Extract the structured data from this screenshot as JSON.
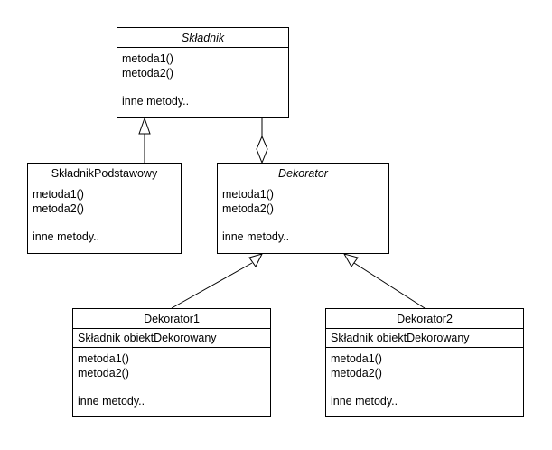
{
  "classes": {
    "skladnik": {
      "name": "Składnik",
      "methods": [
        "metoda1()",
        "metoda2()"
      ],
      "other": "inne metody.."
    },
    "skladnik_podstawowy": {
      "name": "SkładnikPodstawowy",
      "methods": [
        "metoda1()",
        "metoda2()"
      ],
      "other": "inne metody.."
    },
    "dekorator": {
      "name": "Dekorator",
      "methods": [
        "metoda1()",
        "metoda2()"
      ],
      "other": "inne metody.."
    },
    "dekorator1": {
      "name": "Dekorator1",
      "attribute": "Składnik obiektDekorowany",
      "methods": [
        "metoda1()",
        "metoda2()"
      ],
      "other": "inne metody.."
    },
    "dekorator2": {
      "name": "Dekorator2",
      "attribute": "Składnik obiektDekorowany",
      "methods": [
        "metoda1()",
        "metoda2()"
      ],
      "other": "inne metody.."
    }
  },
  "relations": [
    {
      "type": "generalization",
      "from": "SkładnikPodstawowy",
      "to": "Składnik"
    },
    {
      "type": "aggregation",
      "from": "Dekorator",
      "to": "Składnik"
    },
    {
      "type": "generalization",
      "from": "Dekorator1",
      "to": "Dekorator"
    },
    {
      "type": "generalization",
      "from": "Dekorator2",
      "to": "Dekorator"
    }
  ]
}
